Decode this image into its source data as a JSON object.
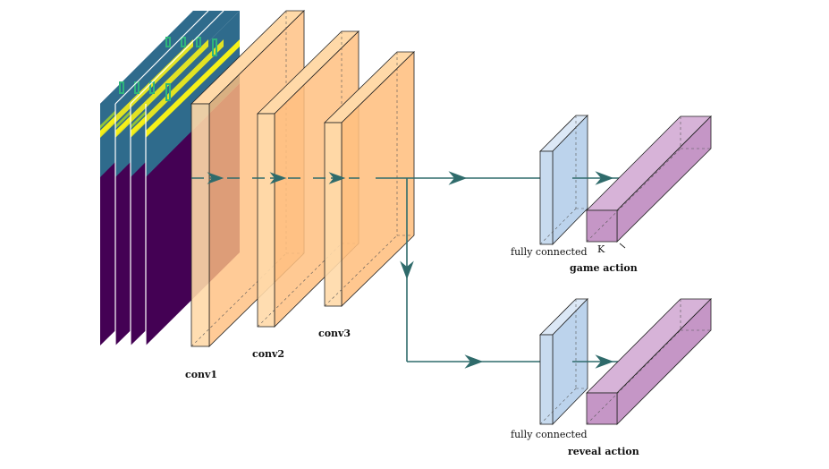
{
  "labels": {
    "conv1": "conv1",
    "conv2": "conv2",
    "conv3": "conv3",
    "fc_top": "fully connected",
    "fc_bottom": "fully connected",
    "game_action": "game action",
    "reveal_action": "reveal action",
    "k": "K"
  },
  "colors": {
    "input_dark": "#440154",
    "input_teal": "#2f6b8c",
    "input_yellow": "#f5f018",
    "input_green": "#2fb47c",
    "conv_face": "#ffbf80",
    "conv_front": "#ffd9a8",
    "fc_face": "#bcd3ec",
    "out_face": "#c596c6",
    "arrow": "#2f6b6b"
  },
  "icons": {
    "arrowhead": "triangle-arrow-icon"
  }
}
